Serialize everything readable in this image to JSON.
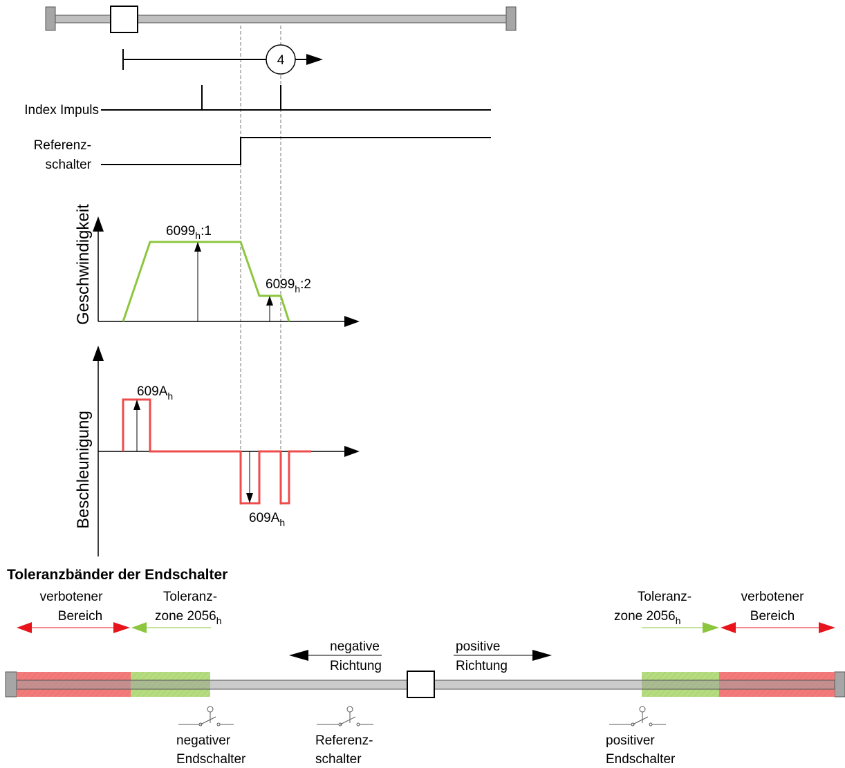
{
  "step_marker": "4",
  "signals": {
    "index_pulse": "Index Impuls",
    "ref_switch_line1": "Referenz-",
    "ref_switch_line2": "schalter"
  },
  "velocity_plot": {
    "ylabel": "Geschwindigkeit",
    "fast_label": "6099",
    "fast_sub": "h",
    "fast_suffix": ":1",
    "slow_label": "6099",
    "slow_sub": "h",
    "slow_suffix": ":2",
    "color": "#8cc63f"
  },
  "accel_plot": {
    "ylabel": "Beschleunigung",
    "pos_label": "609A",
    "pos_sub": "h",
    "neg_label": "609A",
    "neg_sub": "h",
    "color": "#ee4b4b"
  },
  "tolerance": {
    "title": "Toleranzbänder der Endschalter",
    "left_forbidden_1": "verbotener",
    "left_forbidden_2": "Bereich",
    "left_tol_1": "Toleranz-",
    "left_tol_2": "zone 2056",
    "left_tol_sub": "h",
    "right_tol_1": "Toleranz-",
    "right_tol_2": "zone 2056",
    "right_tol_sub": "h",
    "right_forbidden_1": "verbotener",
    "right_forbidden_2": "Bereich",
    "neg_dir_1": "negative",
    "neg_dir_2": "Richtung",
    "pos_dir_1": "positive",
    "pos_dir_2": "Richtung",
    "neg_switch_1": "negativer",
    "neg_switch_2": "Endschalter",
    "ref_switch_1": "Referenz-",
    "ref_switch_2": "schalter",
    "pos_switch_1": "positiver",
    "pos_switch_2": "Endschalter",
    "forbidden_color": "#f47a7a",
    "tolerance_color": "#b5dc7e",
    "arrow_red": "#e8141b",
    "arrow_green": "#8cc63f"
  }
}
